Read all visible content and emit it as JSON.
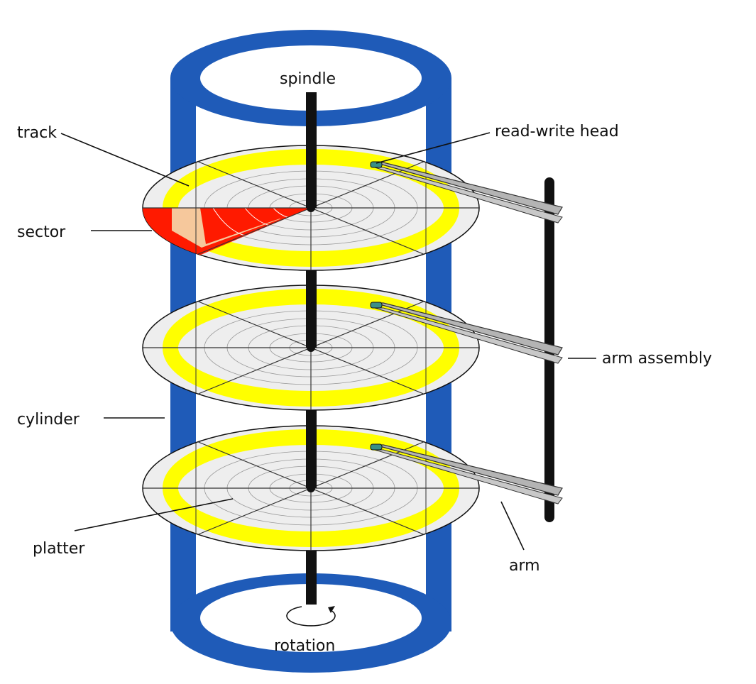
{
  "labels": {
    "spindle": "spindle",
    "track": "track",
    "read_write_head": "read-write head",
    "sector": "sector",
    "arm_assembly": "arm assembly",
    "cylinder": "cylinder",
    "platter": "platter",
    "arm": "arm",
    "rotation": "rotation"
  },
  "colors": {
    "cylinder": "#1f5bb8",
    "platter_fill": "#eeeeee",
    "track_ring": "#ffff00",
    "sector_red": "#ff1a00",
    "sector_peach": "#f6c89c",
    "spindle": "#111111",
    "arm": "#b4b4b4"
  }
}
